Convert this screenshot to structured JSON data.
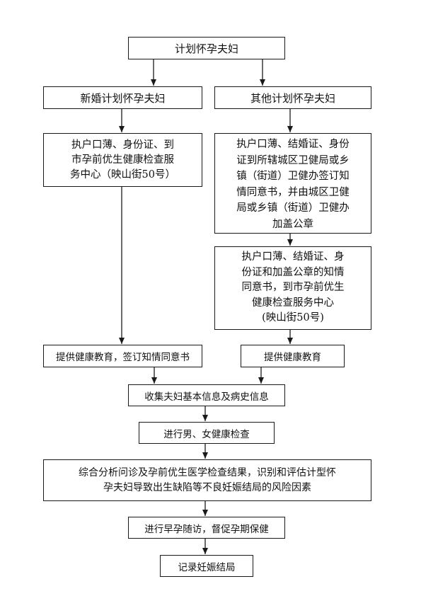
{
  "nodes": {
    "root": "计划怀孕夫妇",
    "newly_married": "新婚计划怀孕夫妇",
    "other": "其他计划怀孕夫妇",
    "left_docs": "执户口薄、身份证、到\n市孕前优生健康检查服\n务中心（映山街50号）",
    "right_sign": "执户口薄、结婚证、身份\n证到所辖城区卫健局或乡\n镇（街道）卫健办签订知\n情同意书，并由城区卫健\n局或乡镇（街道）卫健办\n加盖公章",
    "right_docs": "执户口薄、结婚证、身\n份证和加盖公章的知情\n同意书，到市孕前优生\n健康检查服务中心\n(映山街50号)",
    "left_edu": "提供健康教育，签订知情同意书",
    "right_edu": "提供健康教育",
    "collect": "收集夫妇基本信息及病史信息",
    "checkup": "进行男、女健康检查",
    "analysis": "综合分析问诊及孕前优生医学检查结果，识别和评估计型怀\n孕夫妇导致出生缺陷等不良妊娠结局的风险因素",
    "followup": "进行早孕随访，督促孕期保健",
    "record": "记录妊娠结局"
  },
  "colors": {
    "line": "#1a1a1a",
    "box_border": "#1a1a1a",
    "text": "#111111",
    "background": "#ffffff"
  }
}
